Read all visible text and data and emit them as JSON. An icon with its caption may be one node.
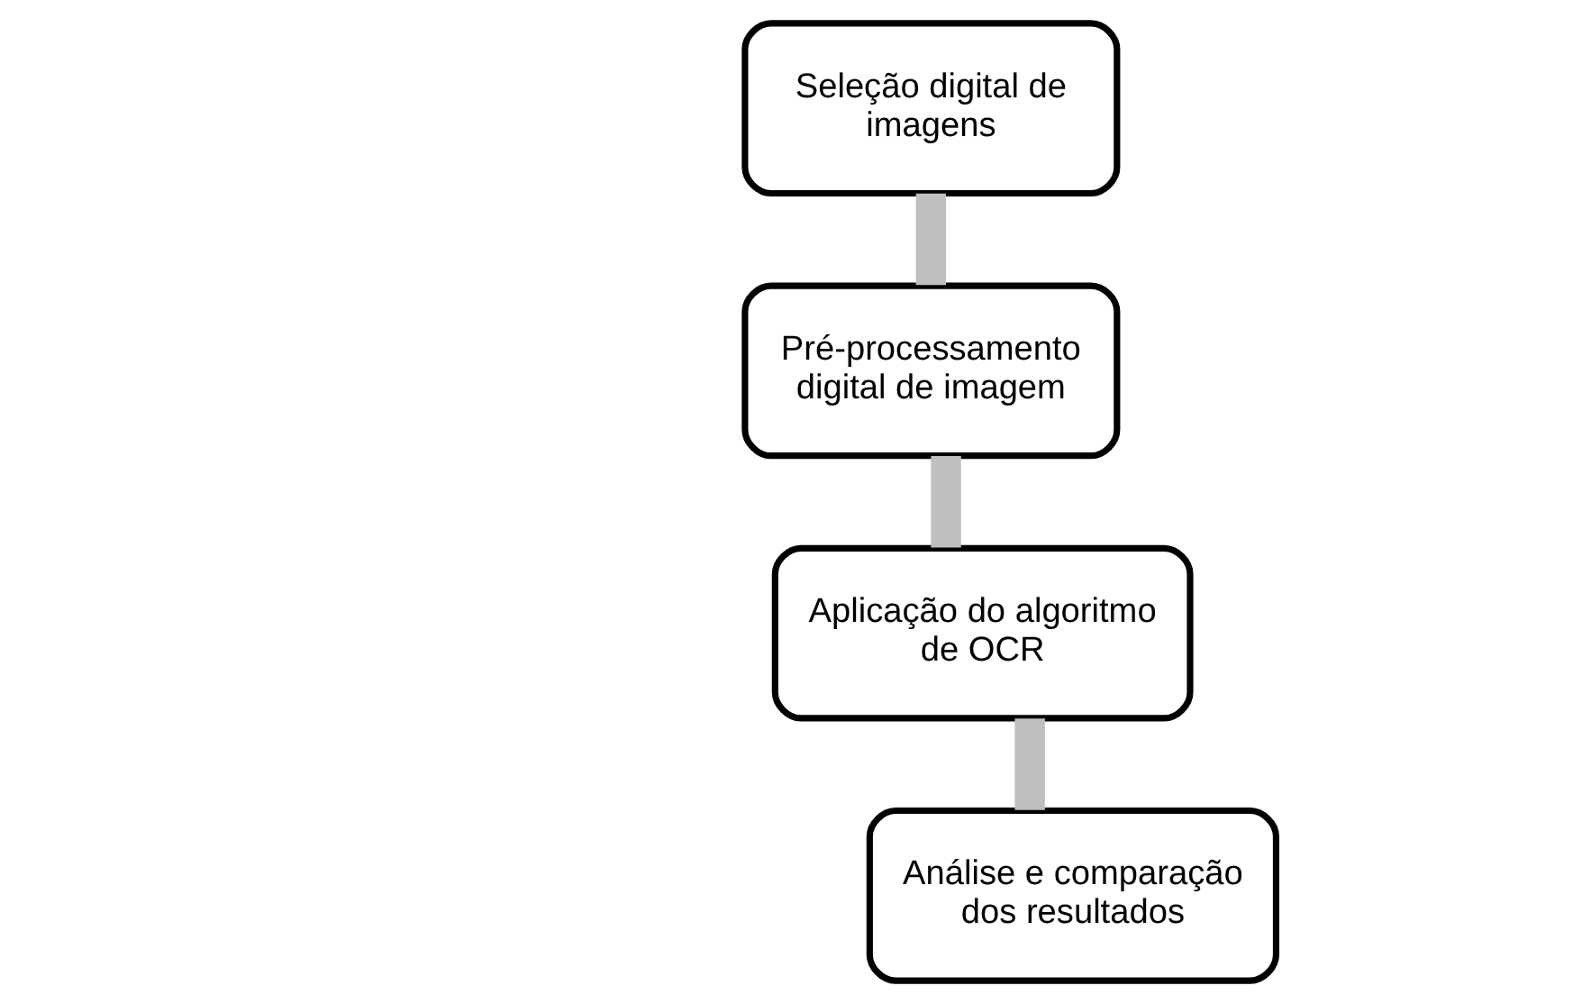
{
  "diagram": {
    "nodes": [
      {
        "text": [
          "Seleção digital de imagens"
        ]
      },
      {
        "text": [
          "Pré-processamento digital de imagem"
        ]
      },
      {
        "text": [
          "Aplicação do algoritmo de OCR"
        ]
      },
      {
        "text": [
          "Análise e comparação dos resultados"
        ]
      }
    ],
    "edges": [
      {
        "from": 0,
        "to": 1,
        "arrow": "none"
      },
      {
        "from": 1,
        "to": 2,
        "arrow": "none"
      },
      {
        "from": 2,
        "to": 3,
        "arrow": "none"
      }
    ]
  }
}
